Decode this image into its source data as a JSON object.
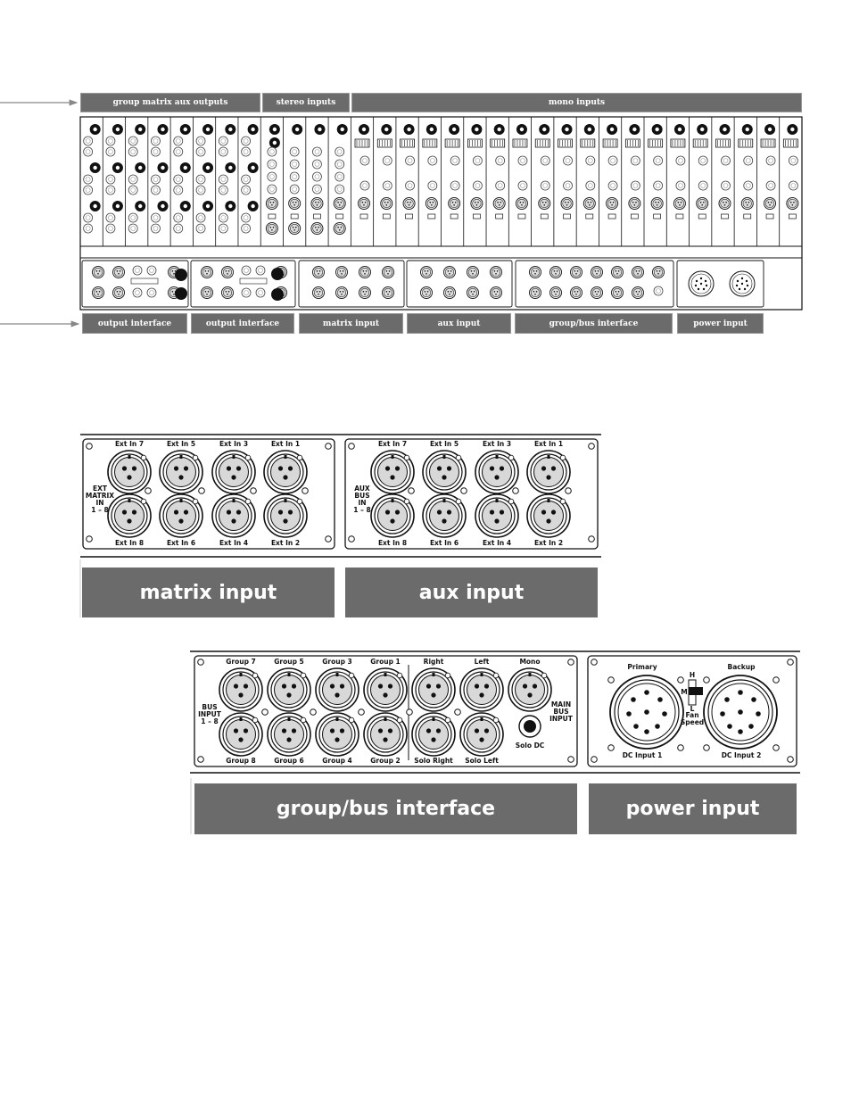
{
  "top_headers": {
    "group_matrix_aux_outputs": "group matrix aux outputs",
    "stereo_inputs": "stereo inputs",
    "mono_inputs": "mono inputs"
  },
  "bottom_labels": {
    "output_interface_1": "output interface",
    "output_interface_2": "output interface",
    "matrix_input": "matrix input",
    "aux_input": "aux input",
    "group_bus_interface": "group/bus interface",
    "power_input": "power input"
  },
  "matrix_panel": {
    "side_label": [
      "EXT",
      "MATRIX",
      "IN",
      "1 – 8"
    ],
    "top_labels": [
      "Ext In 7",
      "Ext In 5",
      "Ext In 3",
      "Ext In 1"
    ],
    "bottom_labels": [
      "Ext In 8",
      "Ext In 6",
      "Ext In 4",
      "Ext In 2"
    ],
    "caption": "matrix input"
  },
  "aux_panel": {
    "side_label": [
      "AUX",
      "BUS",
      "IN",
      "1 – 8"
    ],
    "top_labels": [
      "Ext In 7",
      "Ext In 5",
      "Ext In 3",
      "Ext In 1"
    ],
    "bottom_labels": [
      "Ext In 8",
      "Ext In 6",
      "Ext In 4",
      "Ext In 2"
    ],
    "caption": "aux input"
  },
  "group_panel": {
    "side_label": [
      "BUS",
      "INPUT",
      "1 – 8"
    ],
    "top_labels": [
      "Group 7",
      "Group 5",
      "Group 3",
      "Group 1",
      "Right",
      "Left",
      "Mono"
    ],
    "bottom_labels": [
      "Group 8",
      "Group 6",
      "Group 4",
      "Group 2",
      "Solo Right",
      "Solo Left"
    ],
    "main_bus_label": [
      "MAIN",
      "BUS",
      "INPUT"
    ],
    "solo_dc_label": "Solo DC",
    "caption": "group/bus interface"
  },
  "power_panel": {
    "primary_label": "Primary",
    "backup_label": "Backup",
    "dc1_label": "DC Input 1",
    "dc2_label": "DC Input 2",
    "switch_labels": [
      "H",
      "M",
      "L"
    ],
    "fan_label": [
      "Fan",
      "Speed"
    ],
    "caption": "power input"
  }
}
